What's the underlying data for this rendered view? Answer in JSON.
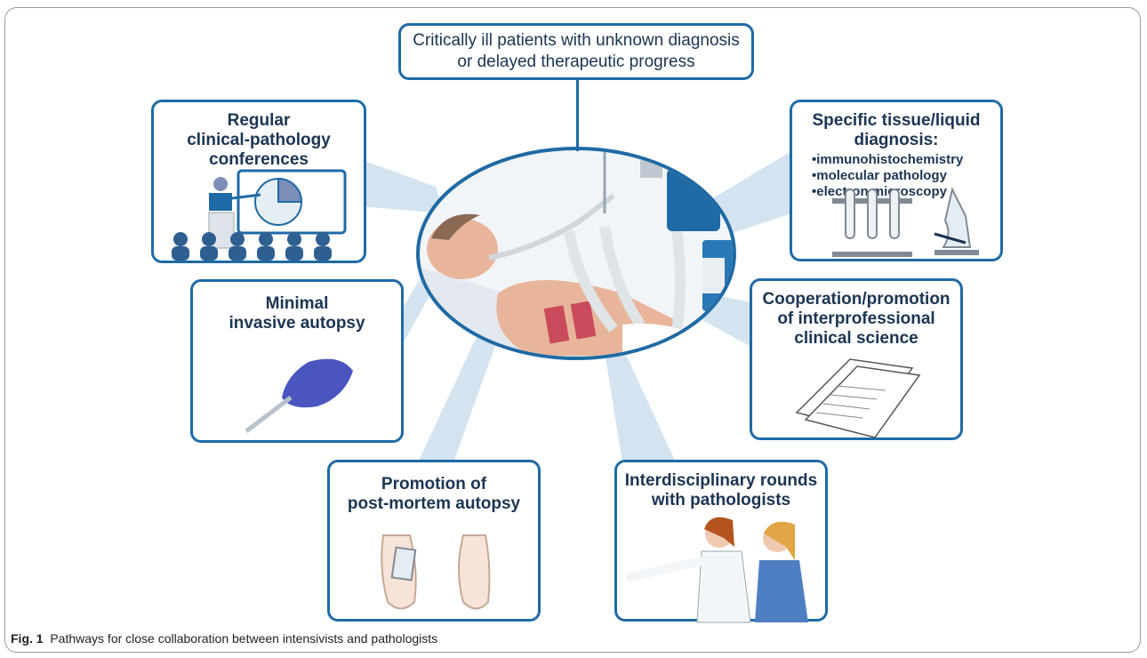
{
  "top_box": {
    "line1": "Critically ill patients with unknown diagnosis",
    "line2": "or delayed therapeutic progress"
  },
  "boxes": {
    "clinical_pathology": {
      "lines": [
        "Regular",
        "clinical-pathology",
        "conferences"
      ]
    },
    "minimal_autopsy": {
      "lines": [
        "Minimal",
        "invasive autopsy"
      ]
    },
    "postmortem": {
      "lines": [
        "Promotion of",
        "post-mortem autopsy"
      ]
    },
    "tissue_diagnosis": {
      "lines": [
        "Specific tissue/liquid",
        "diagnosis:"
      ],
      "bullets": [
        "•immunohistochemistry",
        "•molecular pathology",
        "•electron microscopy"
      ]
    },
    "cooperation": {
      "lines": [
        "Cooperation/promotion",
        "of interprofessional",
        "clinical science"
      ]
    },
    "rounds": {
      "lines": [
        "Interdisciplinary rounds",
        "with pathologists"
      ]
    }
  },
  "caption": {
    "label": "Fig. 1",
    "text": "Pathways for close collaboration between intensivists and pathologists"
  },
  "colors": {
    "frame_border": "#1f6aa5",
    "title_text": "#1b3553",
    "ray": "#cfe0ee",
    "ellipse_border": "#1f6aa5"
  }
}
